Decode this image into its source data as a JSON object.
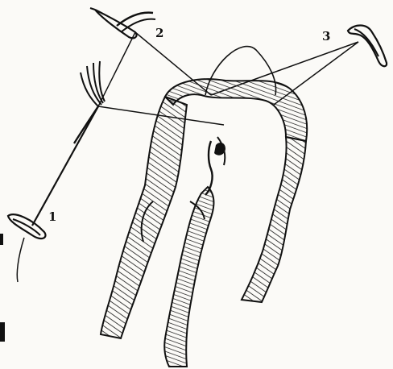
{
  "labels": {
    "one": "1",
    "two": "2",
    "three": "3"
  },
  "colors": {
    "ink": "#111111",
    "paper": "#fbfaf7"
  }
}
